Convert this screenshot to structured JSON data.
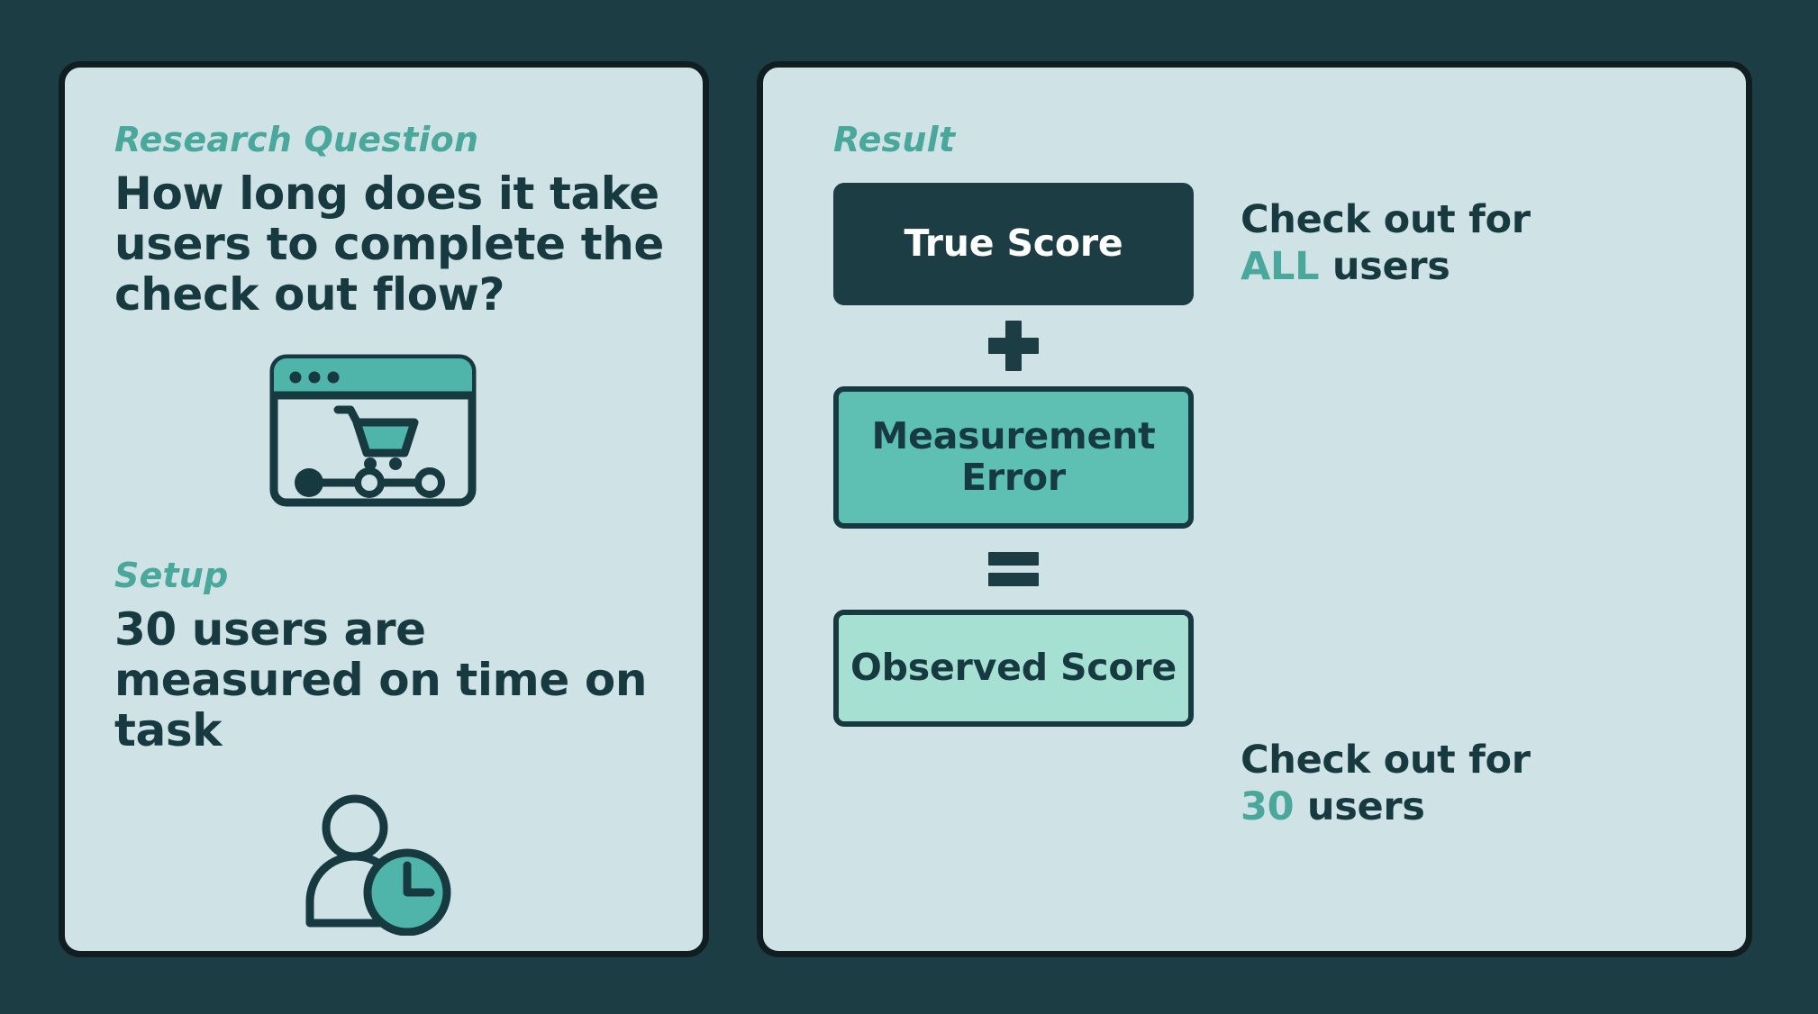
{
  "theme": {
    "page_background": "#1d3d44",
    "card_background": "#cfe2e6",
    "card_border": "#101e21",
    "accent_teal": "#4aa79c",
    "dark_text": "#173a41",
    "true_score_fill": "#1d3d44",
    "measurement_error_fill": "#5dc0b2",
    "observed_score_fill": "#a5e0d2"
  },
  "left_card": {
    "research_question": {
      "eyebrow": "Research Question",
      "text": "How long does it take users to complete the check out flow?"
    },
    "browser_icon": {
      "name": "browser-checkout-cart-icon",
      "dot_count": 3,
      "progress_steps": 3,
      "progress_completed": 1
    },
    "setup": {
      "eyebrow": "Setup",
      "text": "30 users are measured on time on task",
      "user_count": "30"
    },
    "person_clock_icon": {
      "name": "user-time-on-task-icon",
      "clock_time": "3:00"
    }
  },
  "right_card": {
    "eyebrow": "Result",
    "equation": {
      "true_score_label": "True Score",
      "plus_operator": "+",
      "measurement_error_label": "Measurement Error",
      "equals_operator": "=",
      "observed_score_label": "Observed Score"
    },
    "annotations": {
      "true_score": {
        "line1": "Check out for",
        "highlight": "ALL",
        "suffix": " users"
      },
      "observed_score": {
        "line1": "Check out for",
        "highlight": "30",
        "suffix": " users"
      }
    }
  }
}
